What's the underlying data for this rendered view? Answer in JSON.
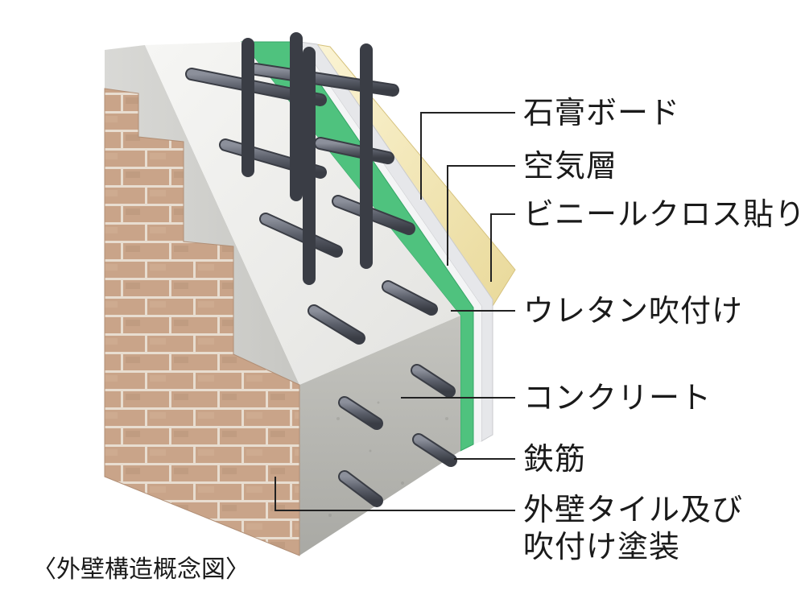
{
  "labels": {
    "gypsum_board": "石膏ボード",
    "air_layer": "空気層",
    "vinyl_cloth": "ビニールクロス貼り",
    "urethane_spray": "ウレタン吹付け",
    "concrete": "コンクリート",
    "rebar": "鉄筋",
    "exterior_line1": "外壁タイル及び",
    "exterior_line2": "吹付け塗装"
  },
  "caption": "〈外壁構造概念図〉",
  "colors": {
    "tile": "#c9a489",
    "tile_grout": "#e8ddd0",
    "concrete_top": "#f1f1ef",
    "concrete_front": "#b9b9b4",
    "insulation_green": "#4fc27e",
    "gypsum": "#e3e4e6",
    "vinyl_cloth": "#f2e7b6",
    "rebar": "#5a5d68",
    "leader": "#222222"
  }
}
